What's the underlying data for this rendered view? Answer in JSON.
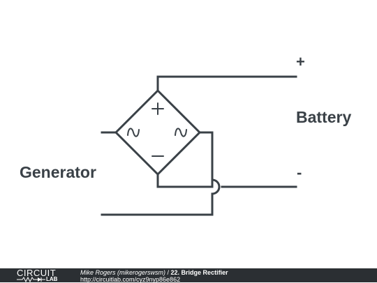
{
  "labels": {
    "plus": "+",
    "minus": "-",
    "battery": "Battery",
    "generator": "Generator"
  },
  "bridge": {
    "pos_symbol": "+",
    "neg_symbol": "−",
    "ac_symbol": "∿"
  },
  "footer": {
    "logo_top": "CIRCUIT",
    "logo_bottom": "LAB",
    "author": "Mike Rogers (mikerogerswsm)",
    "separator": " / ",
    "title": "22. Bridge Rectifier",
    "url": "http://circuitlab.com/cyz9nyp86e862"
  },
  "colors": {
    "ink": "#3a4147",
    "footer_bg": "#2b2f33",
    "footer_text": "#ffffff"
  }
}
